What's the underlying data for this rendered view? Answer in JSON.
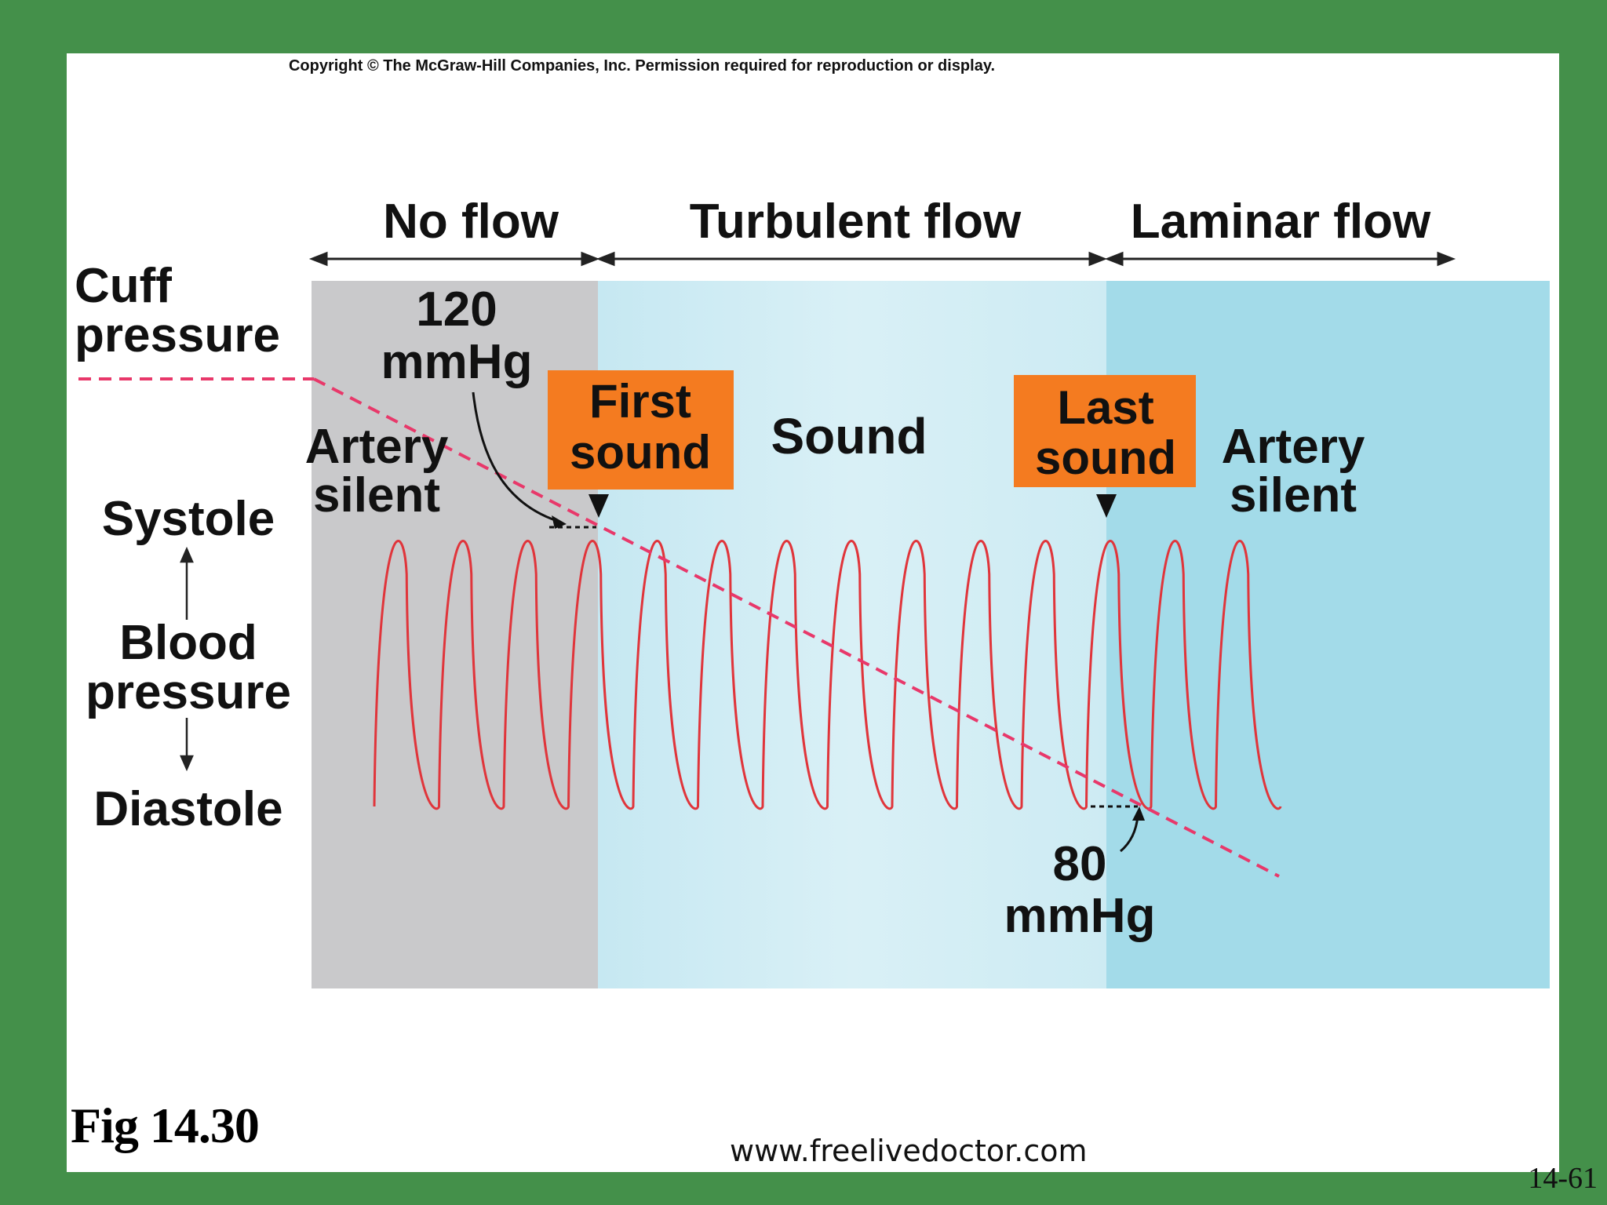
{
  "copyright": "Copyright © The McGraw-Hill Companies, Inc. Permission required for reproduction or display.",
  "zones": {
    "no_flow": "No flow",
    "turbulent_flow": "Turbulent flow",
    "laminar_flow": "Laminar flow"
  },
  "labels": {
    "cuff_line1": "Cuff",
    "cuff_line2": "pressure",
    "p120_line1": "120",
    "p120_line2": "mmHg",
    "artery_left_1": "Artery",
    "artery_left_2": "silent",
    "first_sound_1": "First",
    "first_sound_2": "sound",
    "sound": "Sound",
    "last_sound_1": "Last",
    "last_sound_2": "sound",
    "artery_right_1": "Artery",
    "artery_right_2": "silent",
    "systole": "Systole",
    "blood_1": "Blood",
    "blood_2": "pressure",
    "diastole": "Diastole",
    "p80_line1": "80",
    "p80_line2": "mmHg"
  },
  "colors": {
    "no_flow_zone": "#c9c9cb",
    "turbulent_zone": "#cdebf3",
    "laminar_zone": "#a3dbe9",
    "pulse_wave": "#e0353b",
    "cuff_line": "#e8386a",
    "callout_box": "#f47b20"
  },
  "footer": {
    "fig_label": "Fig 14.30",
    "website": "www.freelivedoctor.com",
    "slide_number": "14-61"
  }
}
